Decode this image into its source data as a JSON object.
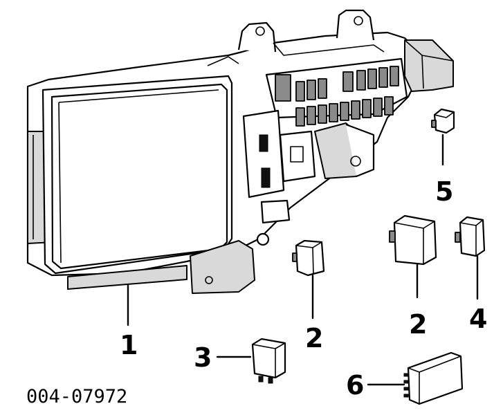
{
  "diagram": {
    "part_number": "004-07972",
    "callouts": [
      {
        "id": "c1",
        "label": "1"
      },
      {
        "id": "c2a",
        "label": "2"
      },
      {
        "id": "c2b",
        "label": "2"
      },
      {
        "id": "c3",
        "label": "3"
      },
      {
        "id": "c4",
        "label": "4"
      },
      {
        "id": "c5",
        "label": "5"
      },
      {
        "id": "c6",
        "label": "6"
      }
    ]
  }
}
